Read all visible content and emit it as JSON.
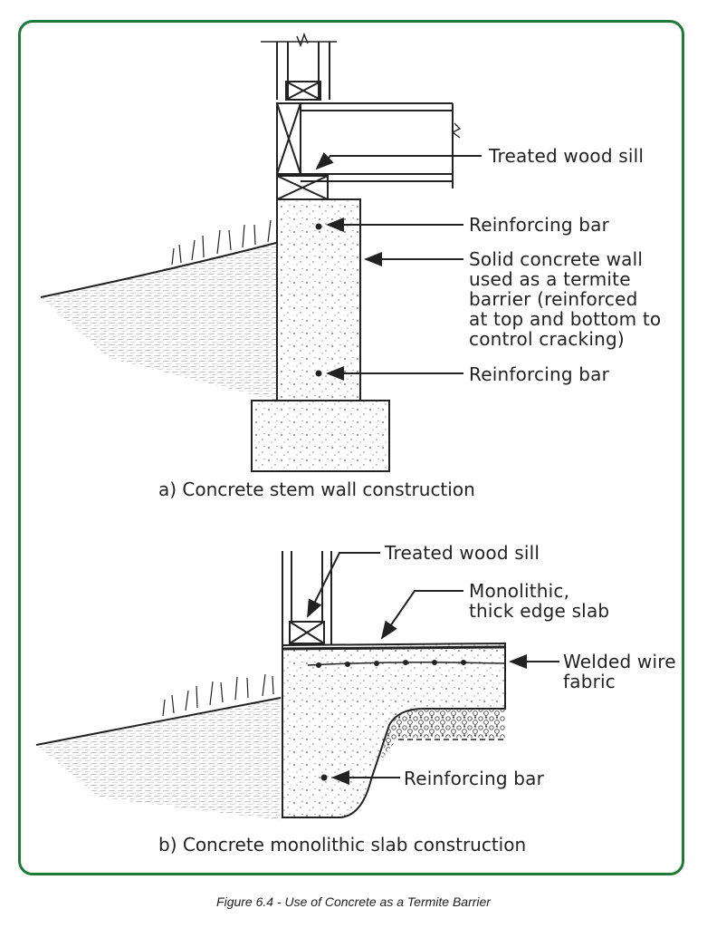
{
  "colors": {
    "frame_border": "#1f7a3a",
    "ink": "#222222",
    "background": "#ffffff"
  },
  "diagram_a": {
    "labels": {
      "treated_wood_sill": "Treated wood sill",
      "reinforcing_bar_top": "Reinforcing bar",
      "solid_concrete_wall": "Solid concrete wall\nused as a termite\nbarrier (reinforced\nat top and bottom to\ncontrol cracking)",
      "reinforcing_bar_bottom": "Reinforcing bar"
    },
    "caption": "a) Concrete stem wall construction"
  },
  "diagram_b": {
    "labels": {
      "treated_wood_sill": "Treated wood sill",
      "monolithic_slab": "Monolithic,\nthick edge slab",
      "welded_wire_fabric": "Welded wire\nfabric",
      "reinforcing_bar": "Reinforcing bar"
    },
    "caption": "b) Concrete monolithic slab construction"
  },
  "figure_caption": "Figure 6.4 - Use of Concrete as a Termite Barrier"
}
